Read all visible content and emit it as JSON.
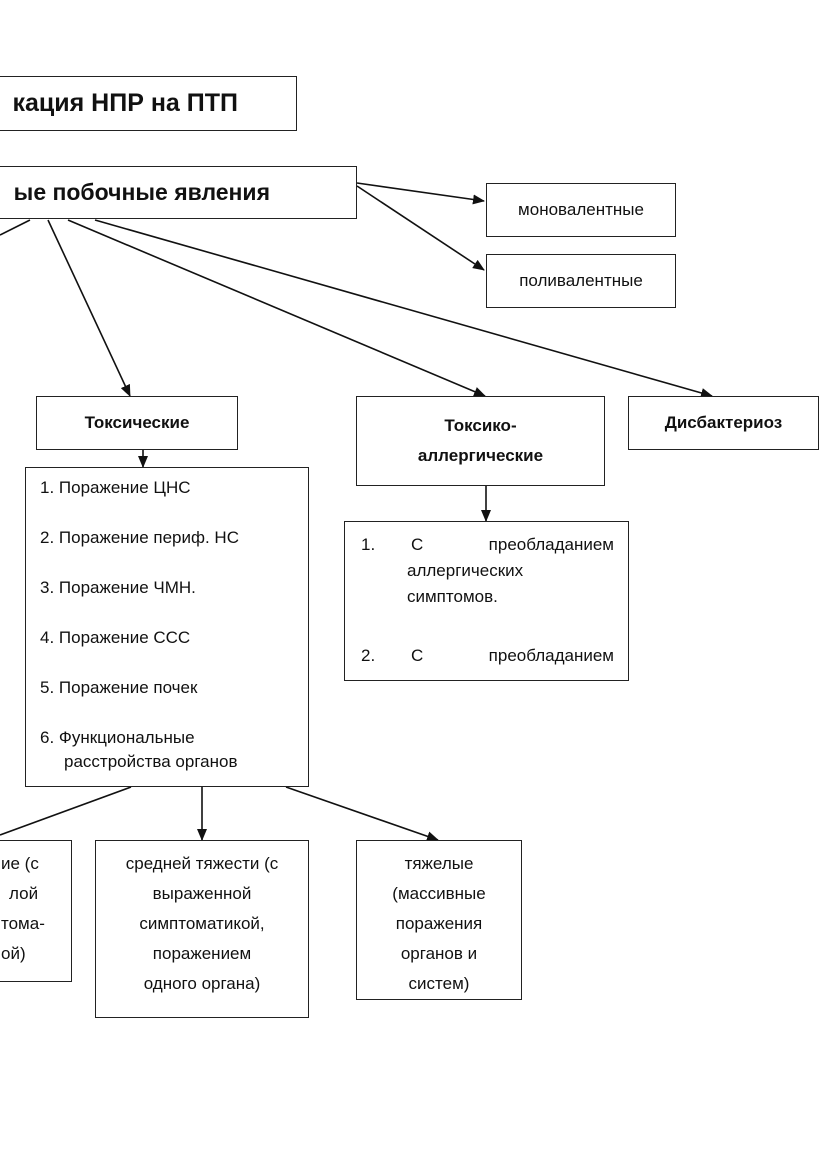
{
  "title": "кация НПР на ПТП",
  "subtitle": "ые побочные явления",
  "valence": {
    "mono": "моновалентные",
    "poly": "поливалентные"
  },
  "categories": {
    "toxic": "Токсические",
    "toxic_allergic_line1": "Токсико-",
    "toxic_allergic_line2": "аллергические",
    "dysbacteriosis": "Дисбактериоз"
  },
  "toxic_list": [
    "1. Поражение ЦНС",
    "2. Поражение периф. НС",
    "3. Поражение ЧМН.",
    "4. Поражение ССС",
    "5. Поражение почек",
    "6. Функциональные",
    "расстройства органов"
  ],
  "allergic_list": {
    "item1": {
      "num": "1.",
      "word1": "С",
      "word2": "преобладанием",
      "line2": "аллергических",
      "line3": "симптомов."
    },
    "item2": {
      "num": "2.",
      "word1": "С",
      "word2": "преобладанием"
    }
  },
  "severity": {
    "mild": [
      "ие (с",
      "лой",
      "тома-",
      "ой)"
    ],
    "moderate": [
      "средней тяжести (с",
      "выраженной",
      "симптоматикой,",
      "поражением",
      "одного органа)"
    ],
    "severe": [
      "тяжелые",
      "(массивные",
      "поражения",
      "органов и",
      "систем)"
    ]
  }
}
